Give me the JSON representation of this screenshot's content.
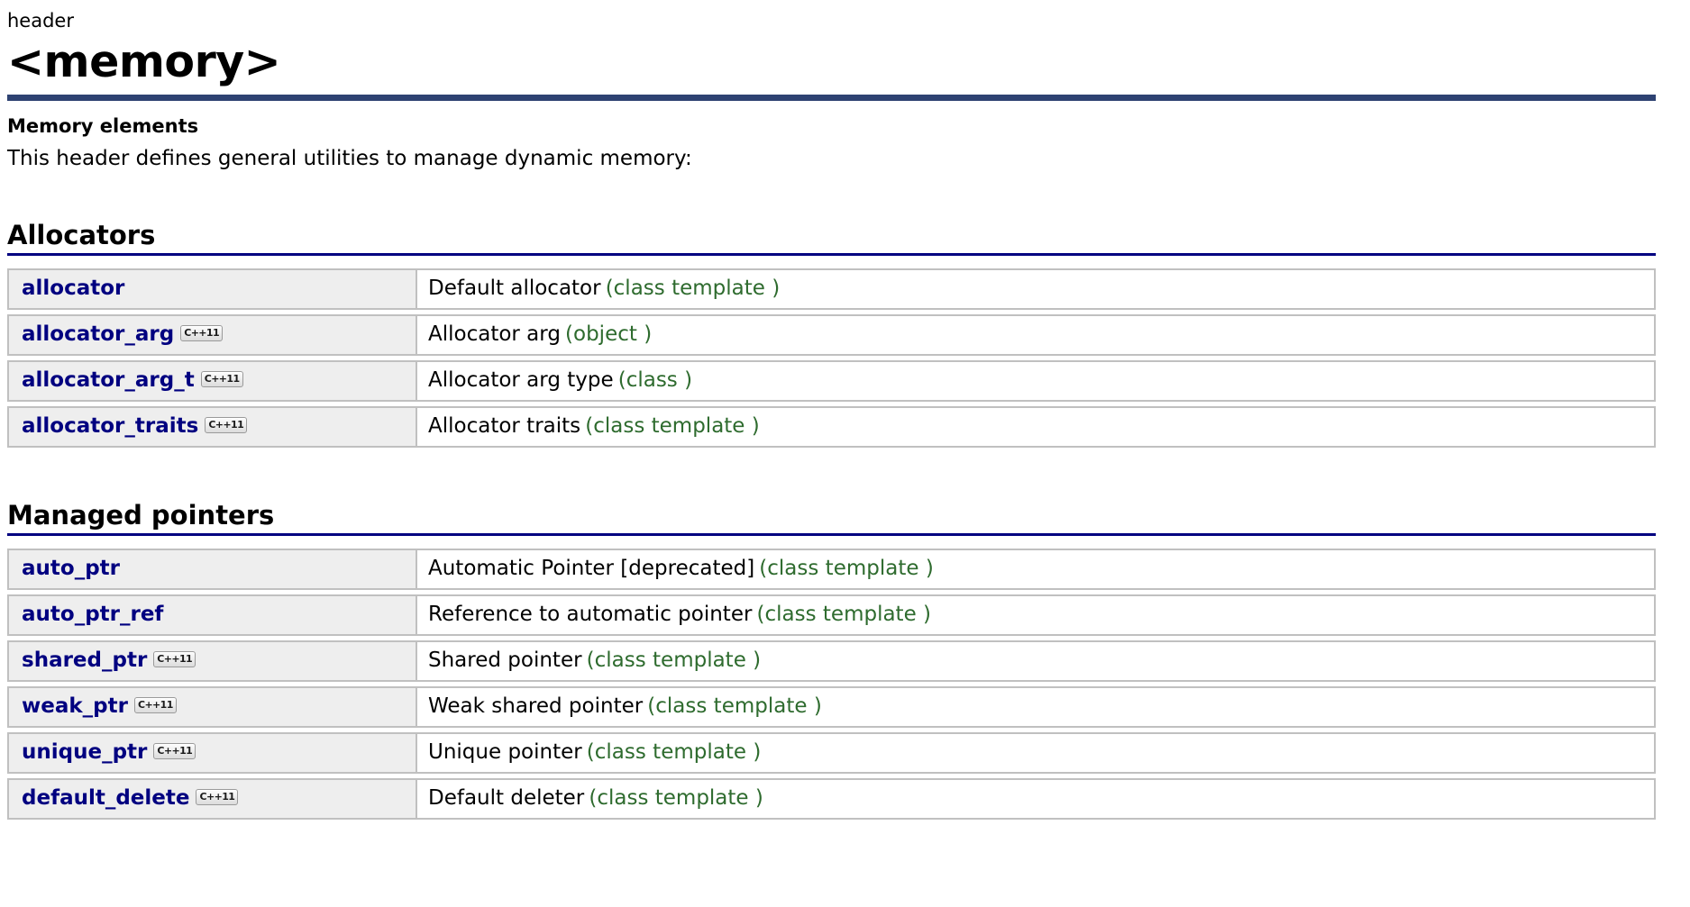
{
  "header": {
    "kicker": "header",
    "title": "<memory>",
    "lead_title": "Memory elements",
    "lead_text": "This header defines general utilities to manage dynamic memory:"
  },
  "badge": {
    "cpp11_label": "C++11"
  },
  "colors": {
    "link": "#000080",
    "type_annotation": "#2e6b2e",
    "title_rule": "#2e4272",
    "section_rule": "#000080",
    "name_cell_bg": "#eeeeee",
    "cell_border": "#c0c0c0"
  },
  "sections": [
    {
      "heading": "Allocators",
      "rows": [
        {
          "name": "allocator",
          "cpp11": false,
          "desc": "Default allocator",
          "type": "(class template )"
        },
        {
          "name": "allocator_arg",
          "cpp11": true,
          "desc": "Allocator arg",
          "type": "(object )"
        },
        {
          "name": "allocator_arg_t",
          "cpp11": true,
          "desc": "Allocator arg type",
          "type": "(class )"
        },
        {
          "name": "allocator_traits",
          "cpp11": true,
          "desc": "Allocator traits",
          "type": "(class template )"
        }
      ]
    },
    {
      "heading": "Managed pointers",
      "rows": [
        {
          "name": "auto_ptr",
          "cpp11": false,
          "desc": "Automatic Pointer [deprecated]",
          "type": "(class template )"
        },
        {
          "name": "auto_ptr_ref",
          "cpp11": false,
          "desc": "Reference to automatic pointer",
          "type": "(class template )"
        },
        {
          "name": "shared_ptr",
          "cpp11": true,
          "desc": "Shared pointer",
          "type": "(class template )"
        },
        {
          "name": "weak_ptr",
          "cpp11": true,
          "desc": "Weak shared pointer",
          "type": "(class template )"
        },
        {
          "name": "unique_ptr",
          "cpp11": true,
          "desc": "Unique pointer",
          "type": "(class template )"
        },
        {
          "name": "default_delete",
          "cpp11": true,
          "desc": "Default deleter",
          "type": "(class template )"
        }
      ]
    }
  ]
}
